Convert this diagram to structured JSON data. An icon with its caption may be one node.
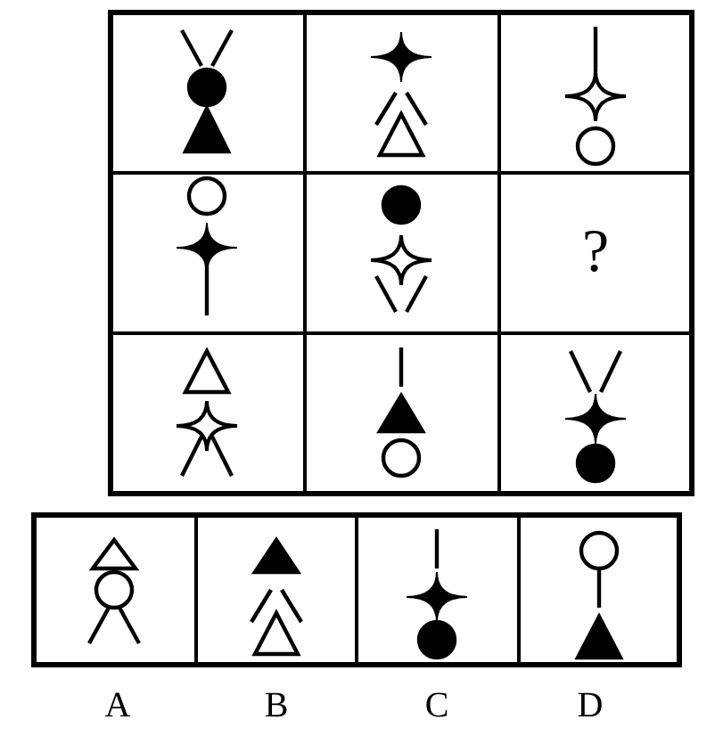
{
  "diagram": {
    "labels": [
      "?",
      "A",
      "B",
      "C",
      "D"
    ]
  }
}
